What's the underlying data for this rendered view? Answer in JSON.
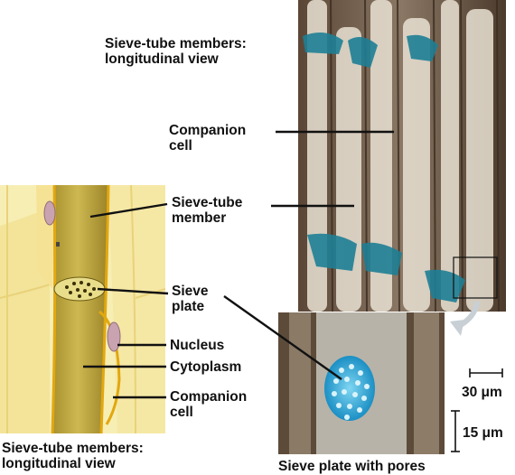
{
  "labels": {
    "top_caption": [
      "Sieve-tube members:",
      "longitudinal view"
    ],
    "companion_cell_top": [
      "Companion",
      "cell"
    ],
    "sieve_tube_member": [
      "Sieve-tube",
      "member"
    ],
    "sieve_plate": [
      "Sieve",
      "plate"
    ],
    "nucleus": "Nucleus",
    "cytoplasm": "Cytoplasm",
    "companion_cell_bottom": [
      "Companion",
      "cell"
    ],
    "bottom_left_caption": [
      "Sieve-tube members:",
      "longitudinal view"
    ],
    "bottom_caption": "Sieve plate with pores",
    "scale_30": "30 μm",
    "scale_15": "15 μm"
  },
  "colors": {
    "drawing_bg": "#f6e9a6",
    "sieve_tube": "#c9b24a",
    "micrograph_bg": "#6b5a4a",
    "sieve_plate_stain": "#2aa6d8",
    "leader_line": "#111111"
  }
}
